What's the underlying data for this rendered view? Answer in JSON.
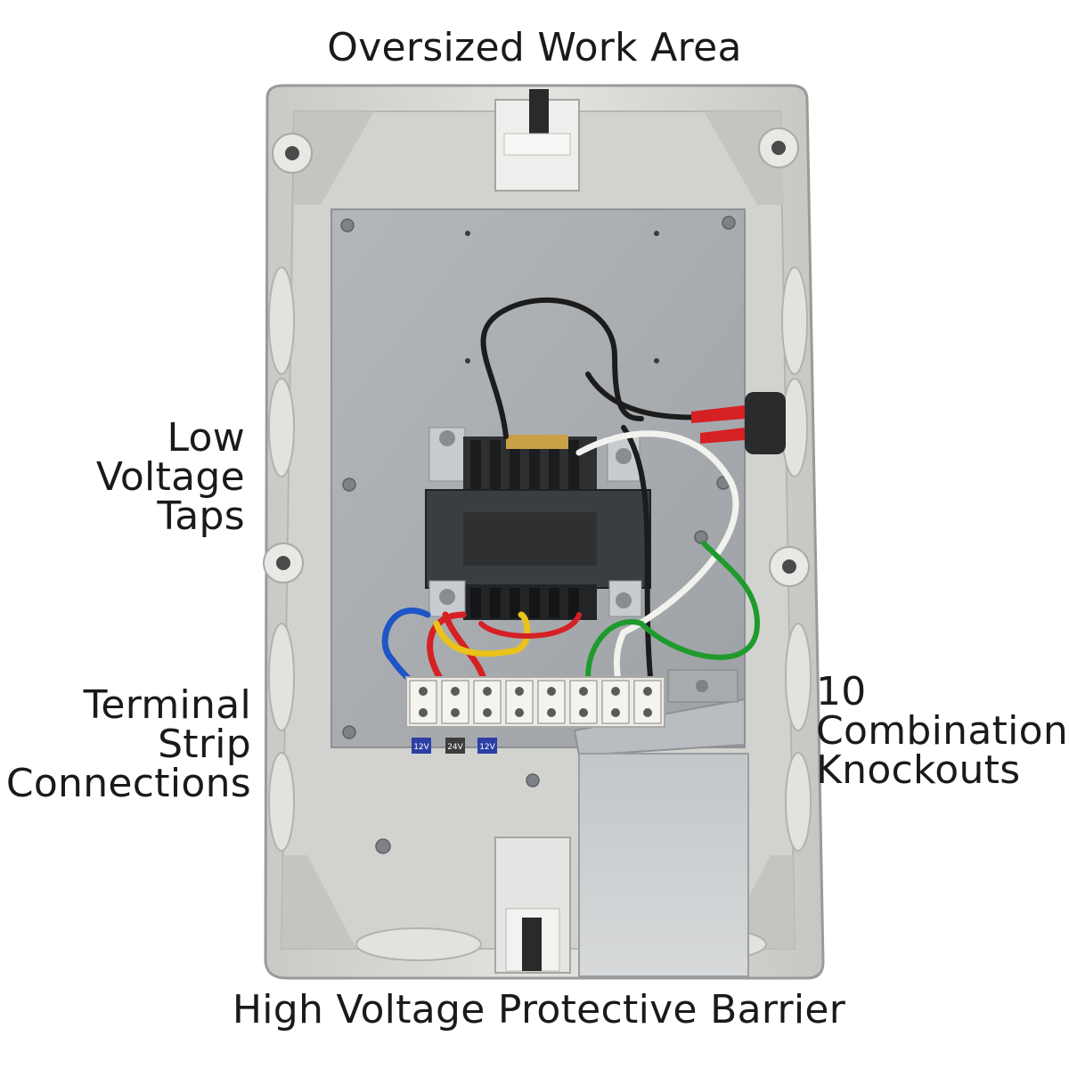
{
  "labels": {
    "top": "Oversized Work Area",
    "bottom": "High Voltage Protective Barrier",
    "low_voltage_taps": [
      "Low",
      "Voltage",
      "Taps"
    ],
    "terminal_strip": [
      "Terminal",
      "Strip",
      "Connections"
    ],
    "knockouts": [
      "10",
      "Combination",
      "Knockouts"
    ]
  },
  "terminal_tags": [
    "12V",
    "24V",
    "12V"
  ],
  "wire_colors": {
    "black": "#1c1c1c",
    "white": "#f2f2ee",
    "blue": "#1f55c6",
    "red": "#d52024",
    "yellow": "#e9c21b",
    "green": "#1f9a2c"
  },
  "colors": {
    "enclosure": "#d9d9d6",
    "backplate": "#a9adb0",
    "transformer_core": "#3b3e40"
  }
}
